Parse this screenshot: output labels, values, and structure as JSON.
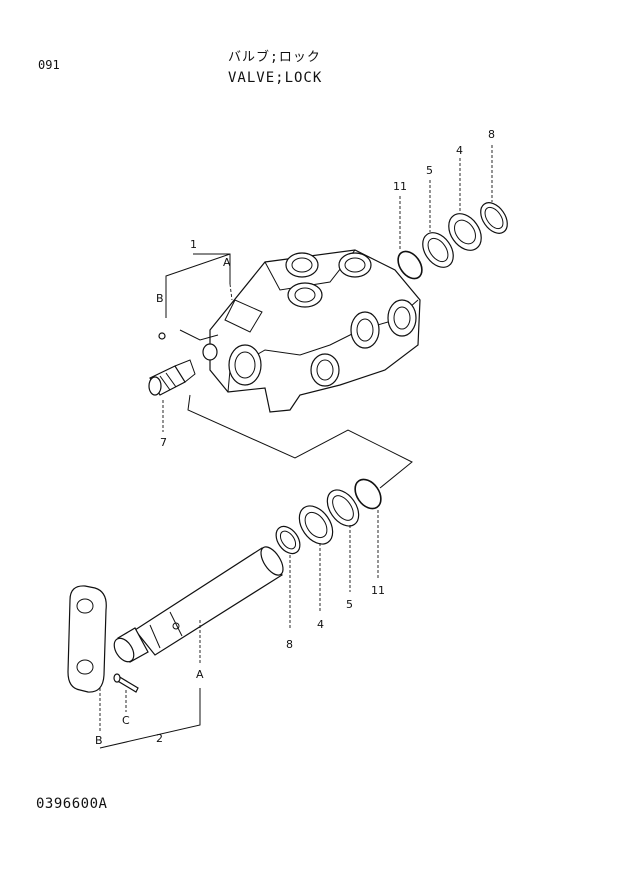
{
  "header": {
    "page_number": "091",
    "title_jp": "バルブ;ロック",
    "title_en": "VALVE;LOCK"
  },
  "footer": {
    "drawing_number": "0396600A"
  },
  "callouts": {
    "c1": "1",
    "cA_top": "A",
    "cB_top": "B",
    "c11_top": "11",
    "c5_top": "5",
    "c4_top": "4",
    "c8_top": "8",
    "c7": "7",
    "c8_bot": "8",
    "c4_bot": "4",
    "c5_bot": "5",
    "c11_bot": "11",
    "cA_bot": "A",
    "cC": "C",
    "cB_bot": "B",
    "c2": "2"
  }
}
